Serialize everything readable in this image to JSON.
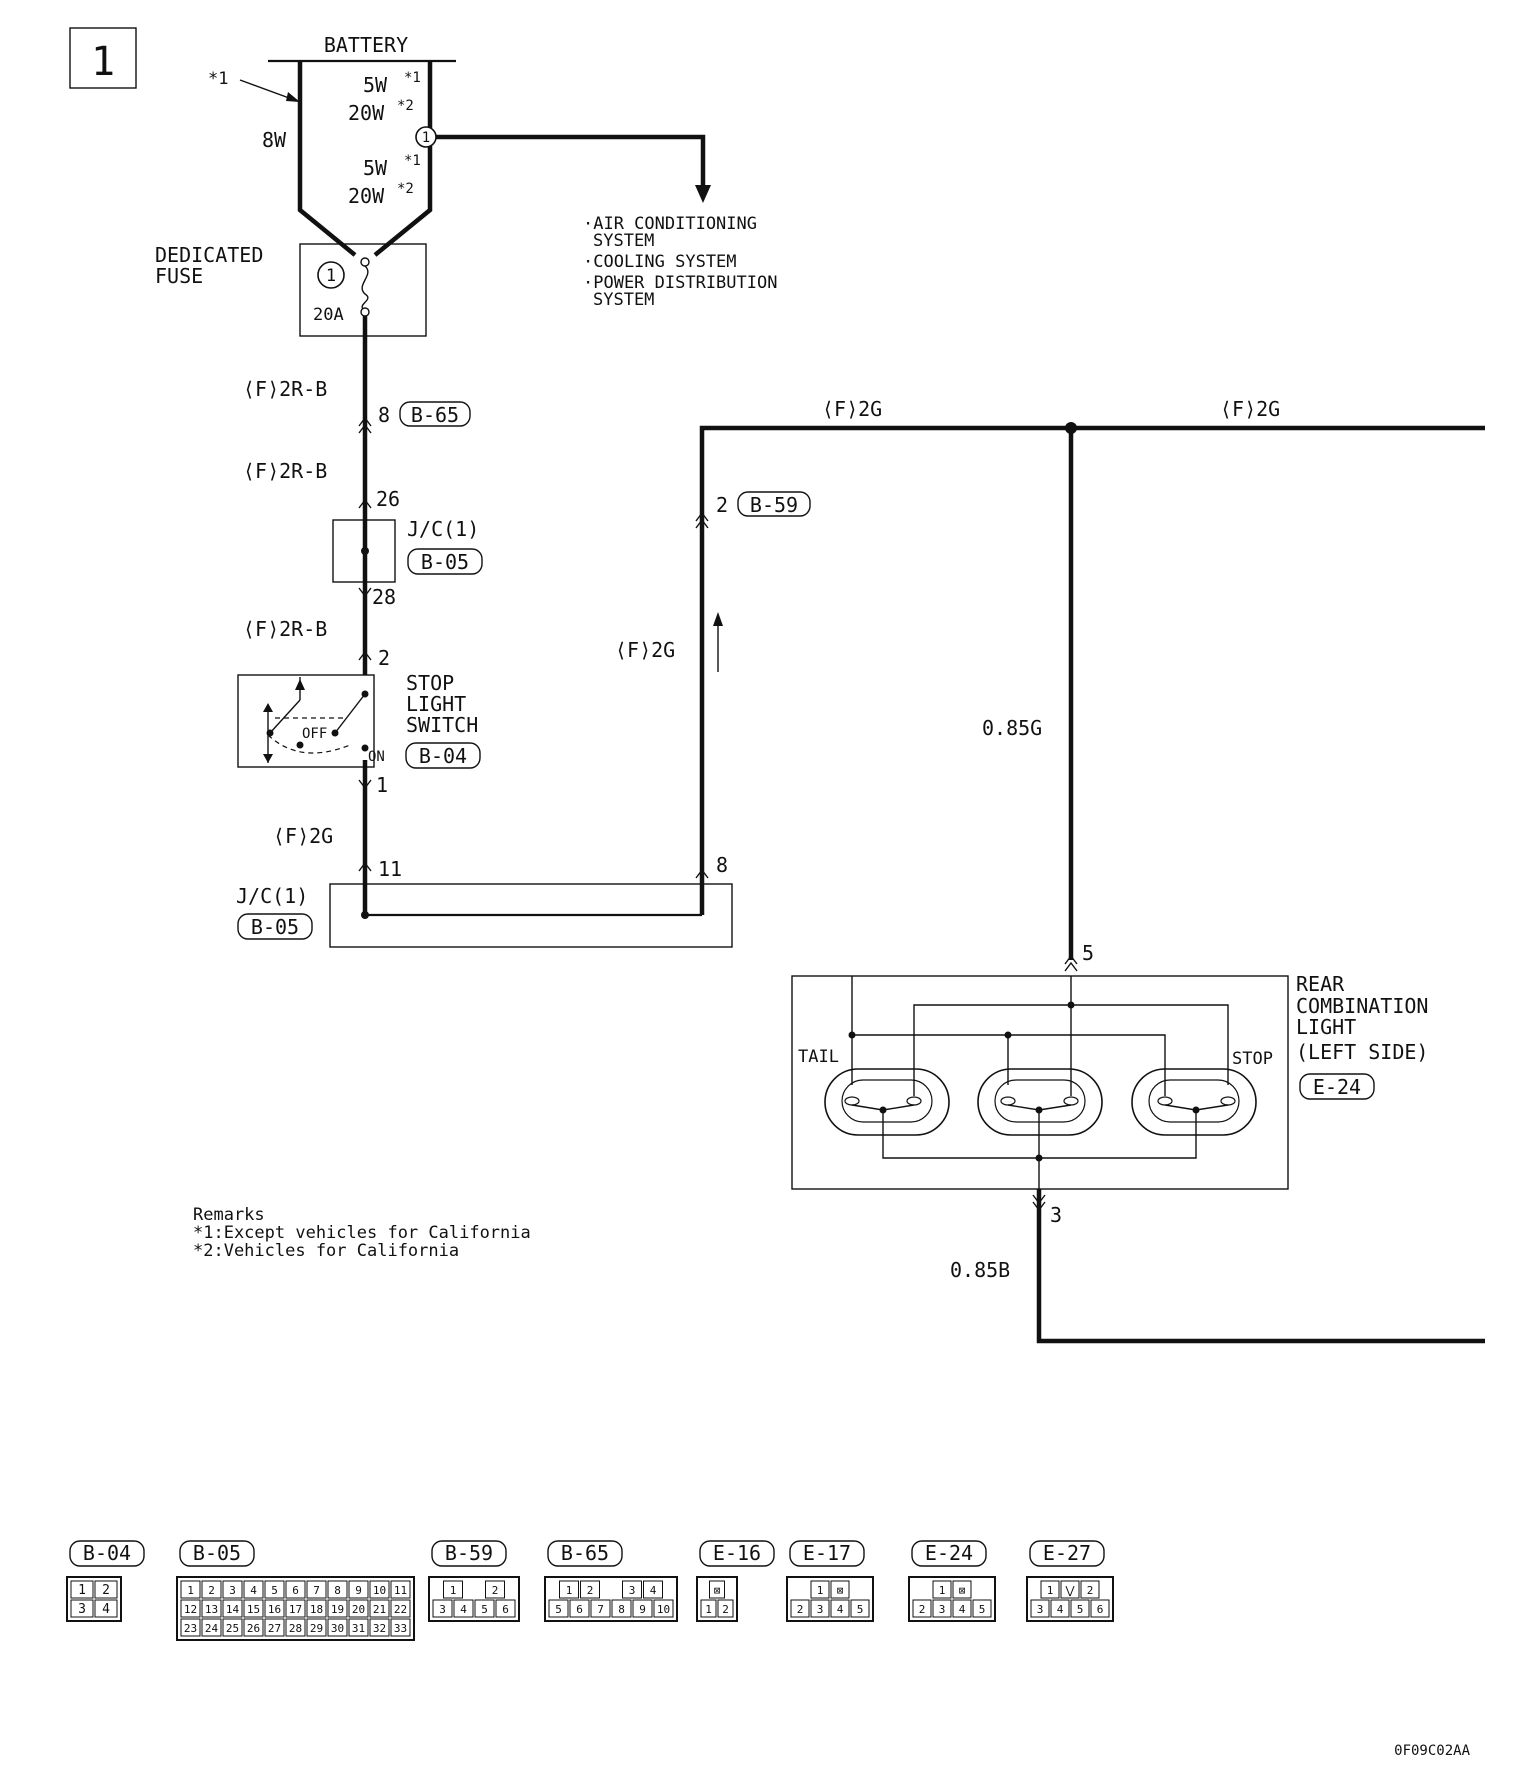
{
  "page_number": "1",
  "battery": {
    "label": "BATTERY",
    "note_ref": "*1",
    "wire": "8W"
  },
  "fusible_links": [
    {
      "value": "5W",
      "sup": "*1"
    },
    {
      "value": "20W",
      "sup": "*2"
    },
    {
      "value": "5W",
      "sup": "*1"
    },
    {
      "value": "20W",
      "sup": "*2"
    }
  ],
  "branch_marker": "1",
  "destinations": [
    "·AIR CONDITIONING",
    "SYSTEM",
    "·COOLING SYSTEM",
    "·POWER DISTRIBUTION",
    "SYSTEM"
  ],
  "fuse": {
    "label_1": "DEDICATED",
    "label_2": "FUSE",
    "number": "1",
    "rating": "20A"
  },
  "wires": {
    "w1": "⟨F⟩2R-B",
    "w2": "⟨F⟩2R-B",
    "w3": "⟨F⟩2R-B",
    "w4": "⟨F⟩2G",
    "w5": "⟨F⟩2G",
    "w6": "⟨F⟩2G",
    "w7": "⟨F⟩2G",
    "w8": "0.85G",
    "w9": "0.85B"
  },
  "pins": {
    "b65_pin": "8",
    "jc_in": "26",
    "jc_out": "28",
    "sw_in": "2",
    "sw_out": "1",
    "jc2_in": "11",
    "jc2_out": "8",
    "b59_pin": "2",
    "rcl_in": "5",
    "rcl_out": "3"
  },
  "connectors": {
    "b65": "B-65",
    "b05_a": "B-05",
    "b04": "B-04",
    "b05_b": "B-05",
    "b59": "B-59",
    "e24": "E-24"
  },
  "jc_label_a": "J/C(1)",
  "jc_label_b": "J/C(1)",
  "switch": {
    "line1": "STOP",
    "line2": "LIGHT",
    "line3": "SWITCH",
    "off": "OFF",
    "on": "ON"
  },
  "rear_light": {
    "line1": "REAR",
    "line2": "COMBINATION",
    "line3": "LIGHT",
    "line4": "(LEFT SIDE)",
    "tail": "TAIL",
    "stop": "STOP"
  },
  "remarks": {
    "title": "Remarks",
    "r1": "*1:Except vehicles for California",
    "r2": "*2:Vehicles for California"
  },
  "legend": [
    {
      "id": "B-04",
      "rows": [
        [
          "1",
          "2"
        ],
        [
          "3",
          "4"
        ]
      ]
    },
    {
      "id": "B-05",
      "rows": [
        [
          "1",
          "2",
          "3",
          "4",
          "5",
          "6",
          "7",
          "8",
          "9",
          "10",
          "11"
        ],
        [
          "12",
          "13",
          "14",
          "15",
          "16",
          "17",
          "18",
          "19",
          "20",
          "21",
          "22"
        ],
        [
          "23",
          "24",
          "25",
          "26",
          "27",
          "28",
          "29",
          "30",
          "31",
          "32",
          "33"
        ]
      ]
    },
    {
      "id": "B-59",
      "rows": [
        [
          "1",
          "",
          "2"
        ],
        [
          "3",
          "4",
          "5",
          "6"
        ]
      ]
    },
    {
      "id": "B-65",
      "rows": [
        [
          "1",
          "2",
          "",
          "3",
          "4"
        ],
        [
          "5",
          "6",
          "7",
          "8",
          "9",
          "10"
        ]
      ]
    },
    {
      "id": "E-16",
      "rows": [
        [
          "⊠"
        ],
        [
          "1",
          "2"
        ]
      ]
    },
    {
      "id": "E-17",
      "rows": [
        [
          "1",
          "⊠"
        ],
        [
          "2",
          "3",
          "4",
          "5"
        ]
      ]
    },
    {
      "id": "E-24",
      "rows": [
        [
          "1",
          "⊠"
        ],
        [
          "2",
          "3",
          "4",
          "5"
        ]
      ]
    },
    {
      "id": "E-27",
      "rows": [
        [
          "1",
          "⋁",
          "2"
        ],
        [
          "3",
          "4",
          "5",
          "6"
        ]
      ]
    }
  ],
  "figure_code": "0F09C02AA"
}
